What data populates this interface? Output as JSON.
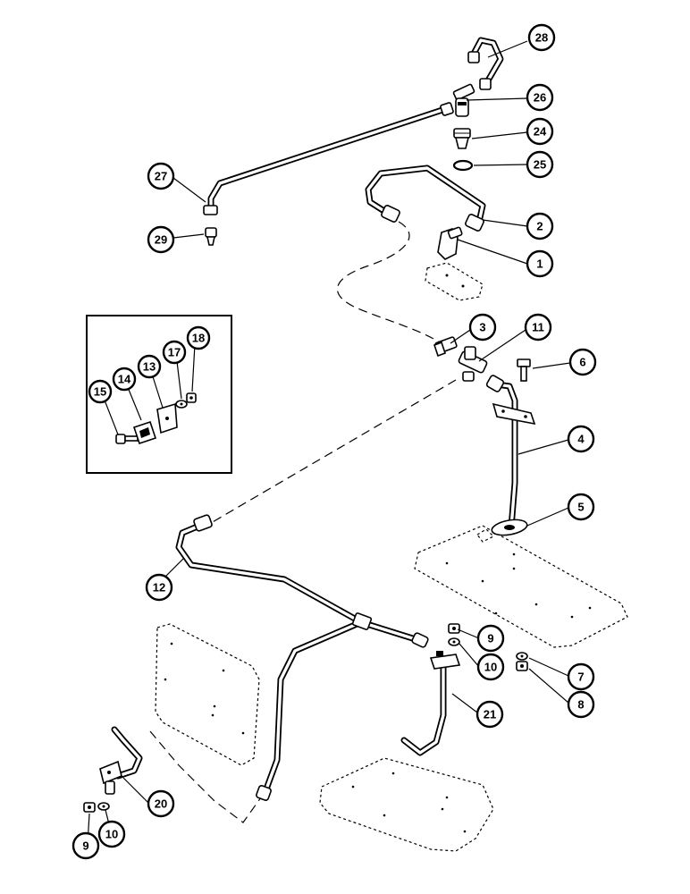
{
  "callouts": [
    {
      "id": "c28",
      "label": "28"
    },
    {
      "id": "c26",
      "label": "26"
    },
    {
      "id": "c24",
      "label": "24"
    },
    {
      "id": "c25",
      "label": "25"
    },
    {
      "id": "c27",
      "label": "27"
    },
    {
      "id": "c2",
      "label": "2"
    },
    {
      "id": "c1",
      "label": "1"
    },
    {
      "id": "c29",
      "label": "29"
    },
    {
      "id": "c3",
      "label": "3"
    },
    {
      "id": "c11",
      "label": "11"
    },
    {
      "id": "c6",
      "label": "6"
    },
    {
      "id": "c4",
      "label": "4"
    },
    {
      "id": "c5",
      "label": "5"
    },
    {
      "id": "c18",
      "label": "18"
    },
    {
      "id": "c17",
      "label": "17"
    },
    {
      "id": "c13",
      "label": "13"
    },
    {
      "id": "c14",
      "label": "14"
    },
    {
      "id": "c15",
      "label": "15"
    },
    {
      "id": "c12",
      "label": "12"
    },
    {
      "id": "c9a",
      "label": "9"
    },
    {
      "id": "c10a",
      "label": "10"
    },
    {
      "id": "c7",
      "label": "7"
    },
    {
      "id": "c8",
      "label": "8"
    },
    {
      "id": "c21",
      "label": "21"
    },
    {
      "id": "c20",
      "label": "20"
    },
    {
      "id": "c9b",
      "label": "9"
    },
    {
      "id": "c10b",
      "label": "10"
    }
  ]
}
